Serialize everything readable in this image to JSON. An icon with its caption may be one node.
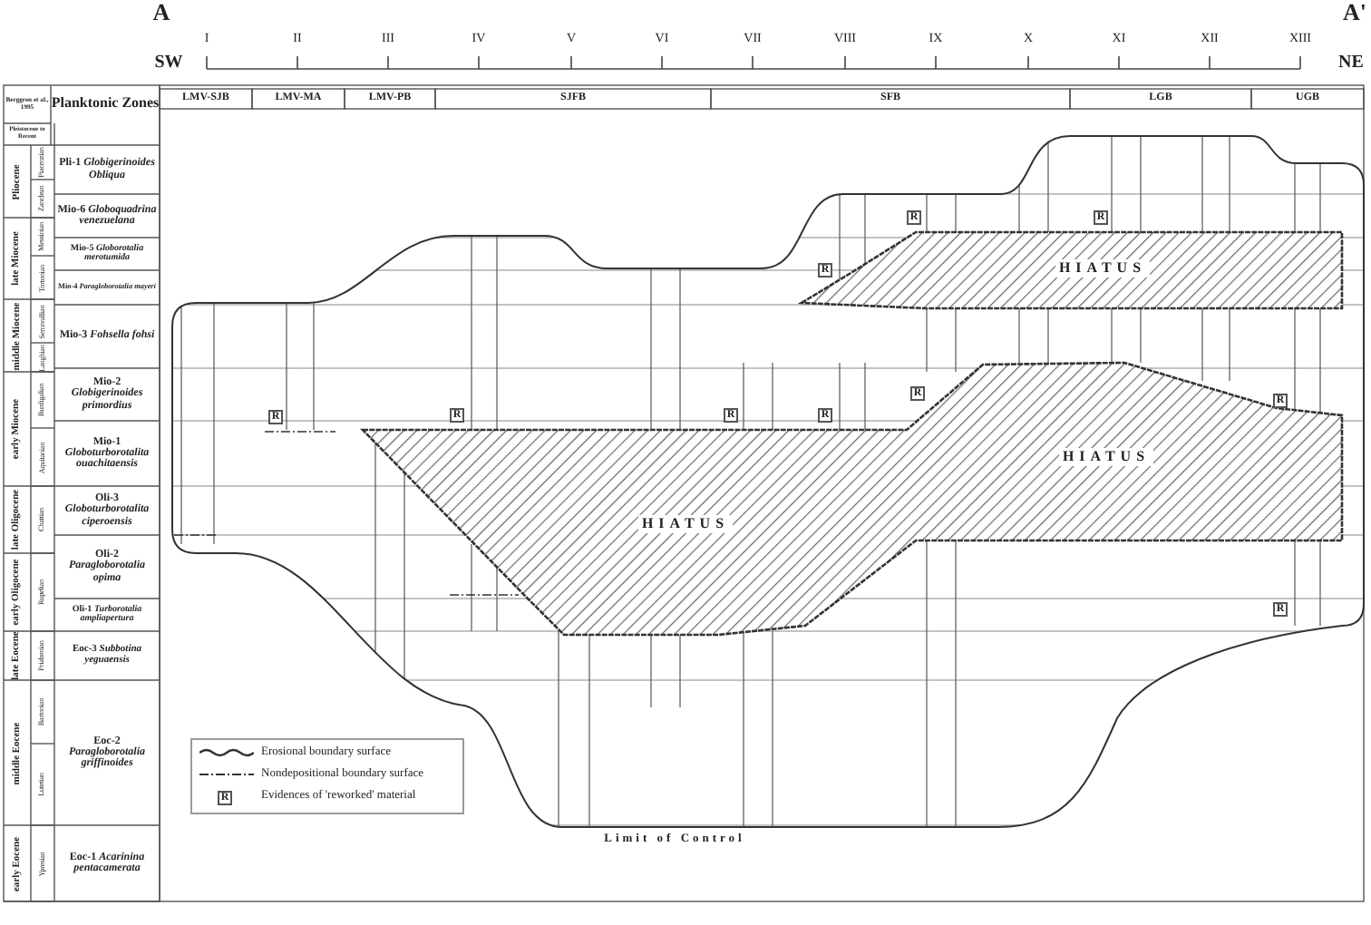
{
  "diagram": {
    "labels": [
      "A",
      "A'",
      "SW",
      "I",
      "II",
      "III",
      "IV",
      "V",
      "VI",
      "VII",
      "VIII",
      "IX",
      "X",
      "XI",
      "XII",
      "XIII",
      "NE",
      "Berggren et al., 1995",
      "Planktonic Zones",
      "LMV-SJB",
      "LMV-MA",
      "LMV-PB",
      "SJFB",
      "SFB",
      "LGB",
      "UGB",
      "Pleistocene to Recent",
      "Pliocene",
      "Piacenzian",
      "Zanclean",
      "Pli-1 *Globigerinoides Obliqua*",
      "Mio-6 *Globoquadrina venezuelana*",
      "late Miocene",
      "Messinian",
      "Tortonian",
      "Mio-5 *Globorotalia merotumida*",
      "Mio-4 *Paragloborotalia mayeri*",
      "middle Miocene",
      "Serravallian",
      "Langhian",
      "Mio-3 *Fohsella fohsi*",
      "early Miocene",
      "Burdigalian",
      "Aquitanian",
      "Mio-2 *Globigerinoides primordius*",
      "Mio-1 *Globoturborotalita ouachitaensis*",
      "late Oligocene",
      "Chattian",
      "Oli-3 *Globoturborotalita ciperoensis*",
      "early Oligocene",
      "Rupelian",
      "Oli-2 *Paragloborotalia opima*",
      "Oli-1 *Turborotalia ampliapertura*",
      "late Eocene",
      "Priabonian",
      "Eoc-3 *Subbotina yeguaensis*",
      "middle Eocene",
      "Bartonian",
      "Lutetian",
      "Eoc-2 *Paragloborotalia griffinoides*",
      "early Eocene",
      "Ypresian",
      "Eoc-1 *Acarinina pentacamerata*",
      "R",
      "R",
      "HIATUS",
      "R",
      "R",
      "R",
      "R",
      "R",
      "R",
      "R",
      "HIATUS",
      "HIATUS",
      "R",
      "R",
      "Limit of Control"
    ],
    "legend": [
      {
        "text": "Erosional boundary surface"
      },
      {
        "text": "Nondepositional boundary surface"
      },
      {
        "text": "Evidences of 'reworked' material"
      }
    ]
  }
}
